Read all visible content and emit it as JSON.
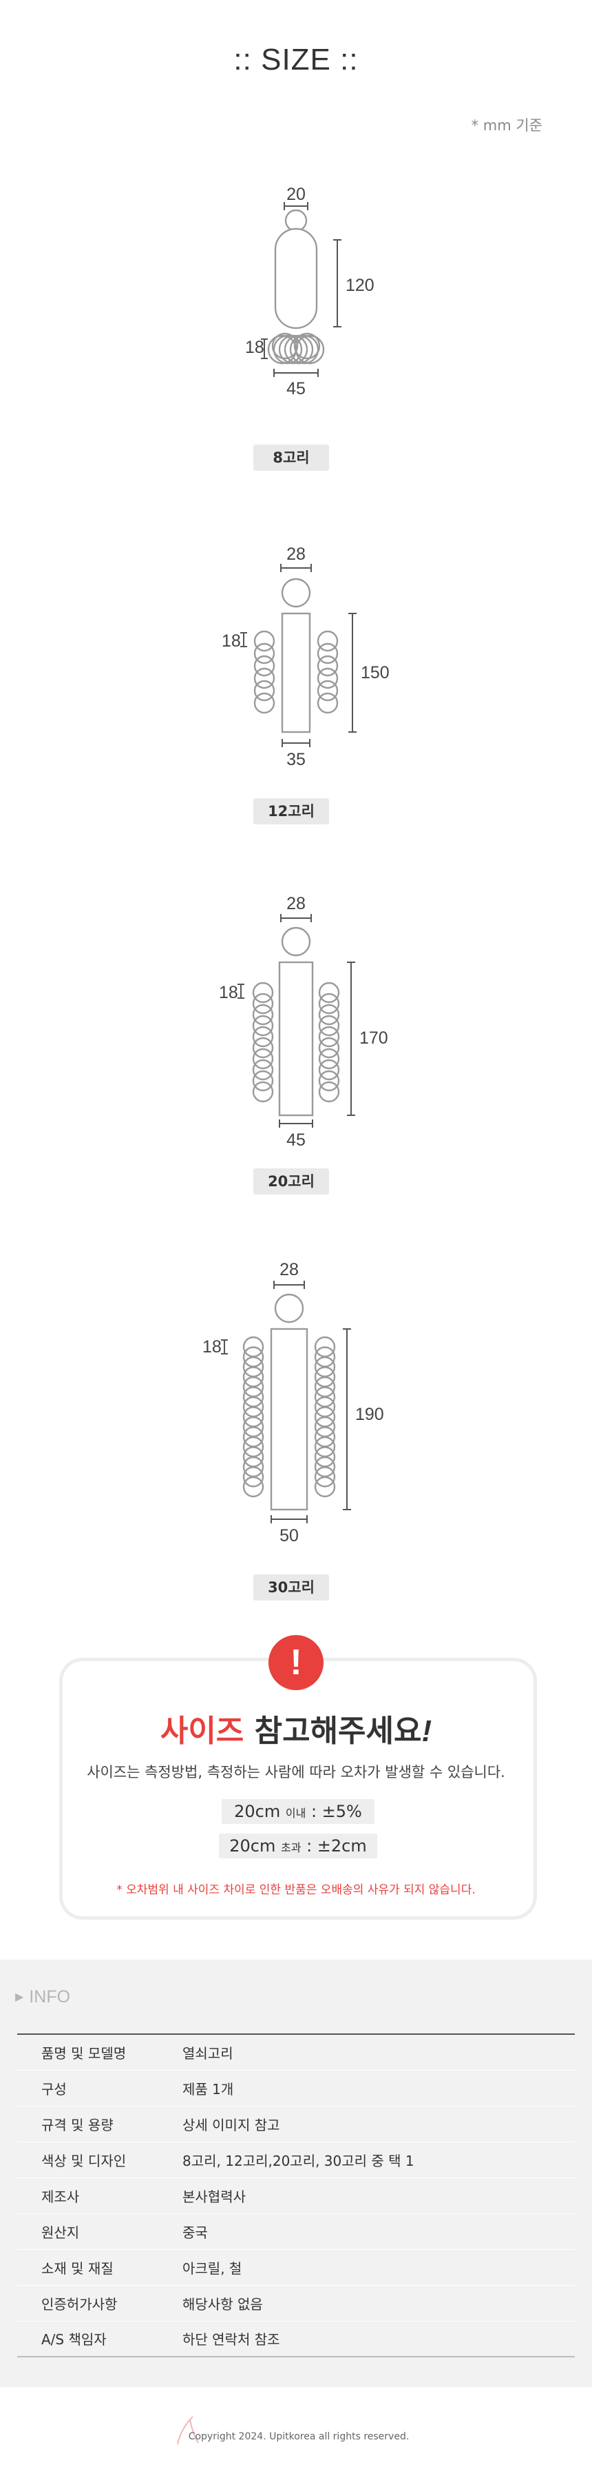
{
  "page": {
    "title": ":: SIZE ::",
    "unit_note": "* mm 기준"
  },
  "products": [
    {
      "tag": "8고리",
      "ring_diameter": "20",
      "body_length": "120",
      "ring_size": "18",
      "body_width": "45"
    },
    {
      "tag": "12고리",
      "ring_diameter": "28",
      "body_length": "150",
      "ring_size": "18",
      "body_width": "35"
    },
    {
      "tag": "20고리",
      "ring_diameter": "28",
      "body_length": "170",
      "ring_size": "18",
      "body_width": "45"
    },
    {
      "tag": "30고리",
      "ring_diameter": "28",
      "body_length": "190",
      "ring_size": "18",
      "body_width": "50"
    }
  ],
  "notice": {
    "icon": "exclamation-icon",
    "heading_red": "사이즈",
    "heading_rest": " 참고해주세요",
    "heading_mark": "!",
    "subtitle": "사이즈는 측정방법, 측정하는 사람에 따라 오차가 발생할 수 있습니다.",
    "tolerance_1_a": "20cm ",
    "tolerance_1_b": "이내",
    "tolerance_1_c": " : ±5%",
    "tolerance_2_a": "20cm ",
    "tolerance_2_b": "초과",
    "tolerance_2_c": " : ±2cm",
    "warning": "* 오차범위 내 사이즈 차이로 인한 반품은 오배송의 사유가 되지 않습니다.",
    "accent_color": "#e8403c"
  },
  "info": {
    "heading": "INFO",
    "rows": [
      {
        "key": "품명 및 모델명",
        "value": "열쇠고리"
      },
      {
        "key": "구성",
        "value": "제품 1개"
      },
      {
        "key": "규격 및 용량",
        "value": "상세 이미지 참고"
      },
      {
        "key": "색상 및 디자인",
        "value": "8고리, 12고리,20고리, 30고리 중 택 1"
      },
      {
        "key": "제조사",
        "value": "본사협력사"
      },
      {
        "key": "원산지",
        "value": "중국"
      },
      {
        "key": "소재 및 재질",
        "value": "아크릴, 철"
      },
      {
        "key": "인증허가사항",
        "value": "해당사항 없음"
      },
      {
        "key": "A/S 책임자",
        "value": "하단 연락처 참조"
      }
    ]
  },
  "footer": {
    "copyright": "Copyright 2024. Upitkorea all rights reserved."
  }
}
